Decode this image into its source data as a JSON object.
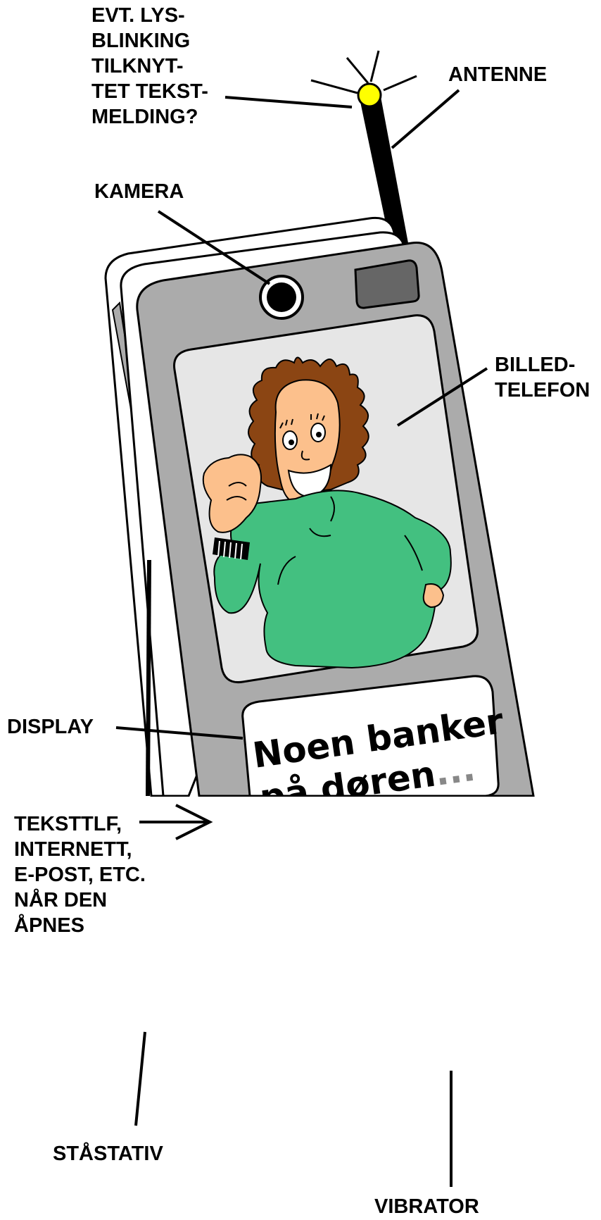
{
  "labels": {
    "light": "EVT. LYS-\nBLINKING\nTILKNYT-\nTET TEKST-\nMELDING?",
    "antenna": "ANTENNE",
    "camera": "KAMERA",
    "videophone": "BILLED-\nTELEFON",
    "display": "DISPLAY",
    "texting": "TEKSTTLF,\nINTERNETT,\nE-POST, ETC.\nNÅR DEN\nÅPNES",
    "stand": "STÅSTATIV",
    "vibrator": "VIBRATOR"
  },
  "screen": {
    "line1": "Noen banker",
    "line2": "på døren",
    "ellipsis": "..."
  },
  "colors": {
    "phone_body": "#ababab",
    "phone_edge": "#ffffff",
    "screen_bg": "#e6e6e6",
    "light": "#ffff00",
    "hair": "#8b4513",
    "skin": "#fcc08c",
    "sweater": "#43c080",
    "ellipsis": "#888888"
  }
}
